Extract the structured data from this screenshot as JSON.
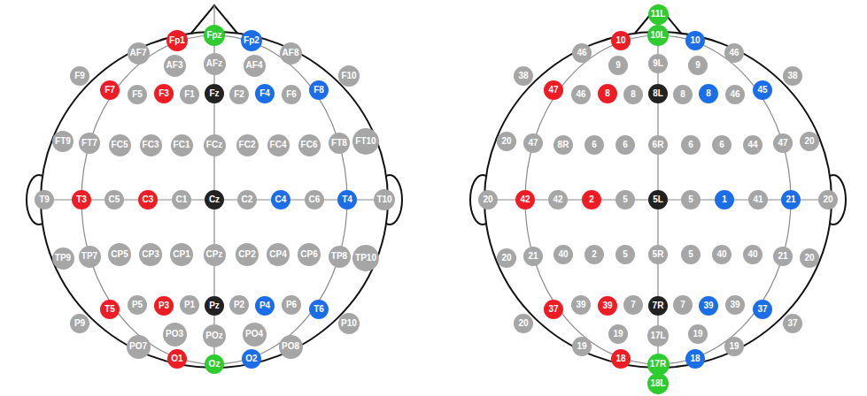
{
  "diagram": {
    "nodes": [
      {
        "text": [
          "Fp1"
        ]
      },
      {
        "text": [
          "Fpz"
        ]
      },
      {
        "text": [
          "Fp2"
        ]
      },
      {
        "text": [
          "AF7"
        ]
      },
      {
        "text": [
          "AF3"
        ]
      },
      {
        "text": [
          "AFz"
        ]
      },
      {
        "text": [
          "AF4"
        ]
      },
      {
        "text": [
          "AF8"
        ]
      },
      {
        "text": [
          "F9"
        ]
      },
      {
        "text": [
          "F7"
        ]
      },
      {
        "text": [
          "F5"
        ]
      },
      {
        "text": [
          "F3"
        ]
      },
      {
        "text": [
          "F1"
        ]
      },
      {
        "text": [
          "Fz"
        ]
      },
      {
        "text": [
          "F2"
        ]
      },
      {
        "text": [
          "F4"
        ]
      },
      {
        "text": [
          "F6"
        ]
      },
      {
        "text": [
          "F8"
        ]
      },
      {
        "text": [
          "F10"
        ]
      },
      {
        "text": [
          "FT9"
        ]
      },
      {
        "text": [
          "FT7"
        ]
      },
      {
        "text": [
          "FC5"
        ]
      },
      {
        "text": [
          "FC3"
        ]
      },
      {
        "text": [
          "FC1"
        ]
      },
      {
        "text": [
          "FCz"
        ]
      },
      {
        "text": [
          "FC2"
        ]
      },
      {
        "text": [
          "FC4"
        ]
      },
      {
        "text": [
          "FC6"
        ]
      },
      {
        "text": [
          "FT8"
        ]
      },
      {
        "text": [
          "FT10"
        ]
      },
      {
        "text": [
          "T9"
        ]
      },
      {
        "text": [
          "T3"
        ]
      },
      {
        "text": [
          "C5"
        ]
      },
      {
        "text": [
          "C3"
        ]
      },
      {
        "text": [
          "C1"
        ]
      },
      {
        "text": [
          "Cz"
        ]
      },
      {
        "text": [
          "C2"
        ]
      },
      {
        "text": [
          "C4"
        ]
      },
      {
        "text": [
          "C6"
        ]
      },
      {
        "text": [
          "T4"
        ]
      },
      {
        "text": [
          "T10"
        ]
      },
      {
        "text": [
          "TP9"
        ]
      },
      {
        "text": [
          "TP7"
        ]
      },
      {
        "text": [
          "CP5"
        ]
      },
      {
        "text": [
          "CP3"
        ]
      },
      {
        "text": [
          "CP1"
        ]
      },
      {
        "text": [
          "CPz"
        ]
      },
      {
        "text": [
          "CP2"
        ]
      },
      {
        "text": [
          "CP4"
        ]
      },
      {
        "text": [
          "CP6"
        ]
      },
      {
        "text": [
          "TP8"
        ]
      },
      {
        "text": [
          "TP10"
        ]
      },
      {
        "text": [
          "P9"
        ]
      },
      {
        "text": [
          "T5"
        ]
      },
      {
        "text": [
          "P5"
        ]
      },
      {
        "text": [
          "P3"
        ]
      },
      {
        "text": [
          "P1"
        ]
      },
      {
        "text": [
          "Pz"
        ]
      },
      {
        "text": [
          "P2"
        ]
      },
      {
        "text": [
          "P4"
        ]
      },
      {
        "text": [
          "P6"
        ]
      },
      {
        "text": [
          "T6"
        ]
      },
      {
        "text": [
          "P10"
        ]
      },
      {
        "text": [
          "PO7"
        ]
      },
      {
        "text": [
          "PO3"
        ]
      },
      {
        "text": [
          "POz"
        ]
      },
      {
        "text": [
          "PO4"
        ]
      },
      {
        "text": [
          "PO8"
        ]
      },
      {
        "text": [
          "O1"
        ]
      },
      {
        "text": [
          "Oz"
        ]
      },
      {
        "text": [
          "O2"
        ]
      },
      {
        "text": [
          "11L"
        ]
      },
      {
        "text": [
          "10"
        ]
      },
      {
        "text": [
          "10L"
        ]
      },
      {
        "text": [
          "10"
        ]
      },
      {
        "text": [
          "46"
        ]
      },
      {
        "text": [
          "9"
        ]
      },
      {
        "text": [
          "9L"
        ]
      },
      {
        "text": [
          "9"
        ]
      },
      {
        "text": [
          "46"
        ]
      },
      {
        "text": [
          "38"
        ]
      },
      {
        "text": [
          "47"
        ]
      },
      {
        "text": [
          "46"
        ]
      },
      {
        "text": [
          "8"
        ]
      },
      {
        "text": [
          "8"
        ]
      },
      {
        "text": [
          "8L"
        ]
      },
      {
        "text": [
          "8"
        ]
      },
      {
        "text": [
          "8"
        ]
      },
      {
        "text": [
          "46"
        ]
      },
      {
        "text": [
          "45"
        ]
      },
      {
        "text": [
          "38"
        ]
      },
      {
        "text": [
          "20"
        ]
      },
      {
        "text": [
          "47"
        ]
      },
      {
        "text": [
          "8R"
        ]
      },
      {
        "text": [
          "6"
        ]
      },
      {
        "text": [
          "6"
        ]
      },
      {
        "text": [
          "6R"
        ]
      },
      {
        "text": [
          "6"
        ]
      },
      {
        "text": [
          "6"
        ]
      },
      {
        "text": [
          "44"
        ]
      },
      {
        "text": [
          "47"
        ]
      },
      {
        "text": [
          "20"
        ]
      },
      {
        "text": [
          "20"
        ]
      },
      {
        "text": [
          "42"
        ]
      },
      {
        "text": [
          "42"
        ]
      },
      {
        "text": [
          "2"
        ]
      },
      {
        "text": [
          "5"
        ]
      },
      {
        "text": [
          "5L"
        ]
      },
      {
        "text": [
          "5"
        ]
      },
      {
        "text": [
          "1"
        ]
      },
      {
        "text": [
          "41"
        ]
      },
      {
        "text": [
          "21"
        ]
      },
      {
        "text": [
          "20"
        ]
      },
      {
        "text": [
          "20"
        ]
      },
      {
        "text": [
          "21"
        ]
      },
      {
        "text": [
          "40"
        ]
      },
      {
        "text": [
          "2"
        ]
      },
      {
        "text": [
          "5"
        ]
      },
      {
        "text": [
          "5R"
        ]
      },
      {
        "text": [
          "5"
        ]
      },
      {
        "text": [
          "40"
        ]
      },
      {
        "text": [
          "40"
        ]
      },
      {
        "text": [
          "21"
        ]
      },
      {
        "text": [
          "20"
        ]
      },
      {
        "text": [
          "20"
        ]
      },
      {
        "text": [
          "37"
        ]
      },
      {
        "text": [
          "39"
        ]
      },
      {
        "text": [
          "39"
        ]
      },
      {
        "text": [
          "7"
        ]
      },
      {
        "text": [
          "7R"
        ]
      },
      {
        "text": [
          "7"
        ]
      },
      {
        "text": [
          "39"
        ]
      },
      {
        "text": [
          "39"
        ]
      },
      {
        "text": [
          "37"
        ]
      },
      {
        "text": [
          "37"
        ]
      },
      {
        "text": [
          "19"
        ]
      },
      {
        "text": [
          "19"
        ]
      },
      {
        "text": [
          "17L"
        ]
      },
      {
        "text": [
          "19"
        ]
      },
      {
        "text": [
          "19"
        ]
      },
      {
        "text": [
          "18"
        ]
      },
      {
        "text": [
          "17R"
        ]
      },
      {
        "text": [
          "18"
        ]
      },
      {
        "text": [
          "18L"
        ]
      }
    ]
  }
}
